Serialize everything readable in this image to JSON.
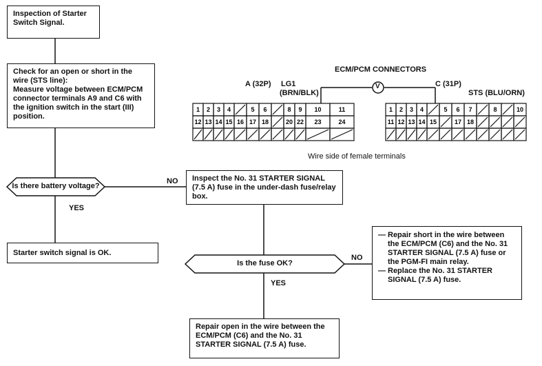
{
  "flow": {
    "start": "Inspection of Starter Switch Signal.",
    "check_title": "Check for an open or short in the wire (STS line):",
    "check_body": "Measure voltage between ECM/PCM connector terminals A9 and C6 with the ignition switch in the start (III) position.",
    "decision1": "Is there battery voltage?",
    "no1": "NO",
    "yes1": "YES",
    "ok": "Starter switch signal is OK.",
    "inspect_fuse": "Inspect the No. 31 STARTER SIGNAL (7.5 A) fuse in the under-dash fuse/relay box.",
    "decision2": "Is the fuse OK?",
    "no2": "NO",
    "yes2": "YES",
    "repair_open": "Repair open in the wire between the ECM/PCM (C6) and the No. 31 STARTER SIGNAL (7.5 A) fuse.",
    "repair_short": [
      "Repair short in the wire between the ECM/PCM (C6) and the No. 31 STARTER SIGNAL (7.5 A) fuse or the PGM-FI main relay.",
      "Replace the No. 31 STARTER SIGNAL (7.5 A) fuse."
    ]
  },
  "connector": {
    "title": "ECM/PCM CONNECTORS",
    "a_label": "A (32P)",
    "lg1_label": "LG1",
    "lg1_wire": "(BRN/BLK)",
    "c_label": "C (31P)",
    "sts_label": "STS (BLU/ORN)",
    "meter": "V",
    "caption": "Wire side of female terminals",
    "a_row1": [
      "1",
      "2",
      "3",
      "4",
      "",
      "5",
      "6",
      "",
      "8",
      "9",
      "10",
      "11"
    ],
    "a_row2": [
      "12",
      "13",
      "14",
      "15",
      "16",
      "17",
      "18",
      "",
      "20",
      "22",
      "23",
      "24"
    ],
    "c_row1": [
      "1",
      "2",
      "3",
      "4",
      "",
      "5",
      "6",
      "7",
      "",
      "8",
      "",
      "10"
    ],
    "c_row2": [
      "11",
      "12",
      "13",
      "14",
      "15",
      "",
      "17",
      "18",
      "",
      "",
      "",
      ""
    ]
  }
}
